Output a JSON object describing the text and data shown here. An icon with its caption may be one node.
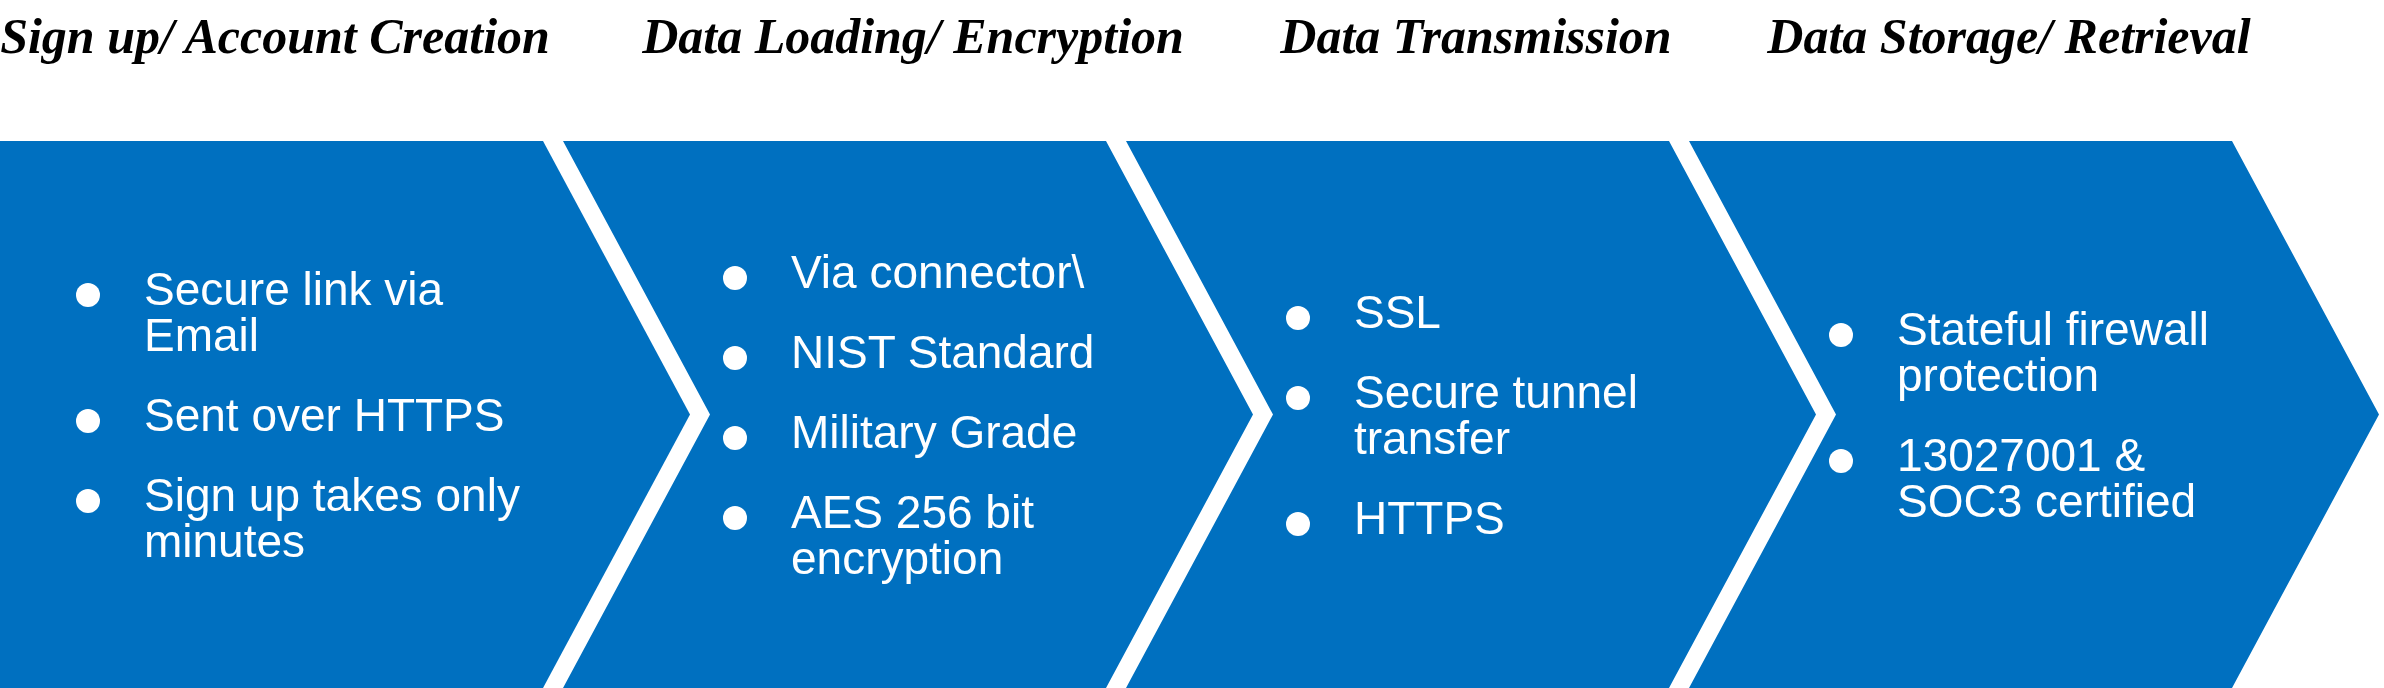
{
  "diagram": {
    "nodes": [
      {
        "text": [
          "Sign up/ Account Creation",
          "Secure link via Email",
          "Sent over HTTPS",
          "Sign up takes only minutes"
        ]
      },
      {
        "text": [
          "Data Loading/ Encryption",
          "Via connector\\",
          "NIST Standard",
          "Military Grade",
          "AES 256 bit encryption"
        ]
      },
      {
        "text": [
          "Data Transmission",
          "SSL",
          "Secure tunnel transfer",
          "HTTPS"
        ]
      },
      {
        "text": [
          "Data Storage/ Retrieval",
          "Stateful firewall protection",
          "13027001 & SOC3 certified"
        ]
      }
    ]
  }
}
